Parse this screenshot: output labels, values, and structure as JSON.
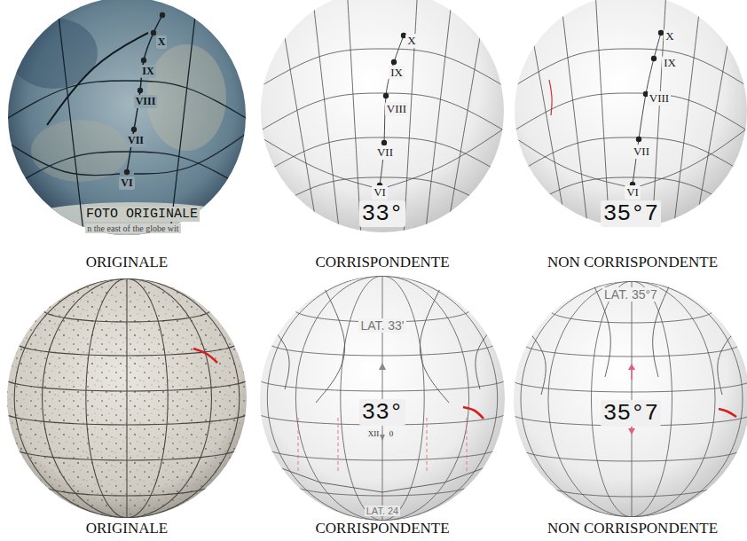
{
  "diagram": {
    "nodes": [
      {
        "text": [
          "X",
          "IX",
          "VIII",
          "VII",
          "VI",
          "FOTO ORIGINALE",
          "n the east of the globe wit",
          "ORIGINALE"
        ]
      },
      {
        "text": [
          "X",
          "IX",
          "VIII",
          "VII",
          "VI",
          "33°",
          "CORRISPONDENTE"
        ]
      },
      {
        "text": [
          "X",
          "IX",
          "VIII",
          "VII",
          "VI",
          "35°7",
          "NON CORRISPONDENTE"
        ]
      },
      {
        "text": [
          "ORIGINALE"
        ]
      },
      {
        "text": [
          "LAT. 33'",
          "33°",
          "XII",
          "0",
          "LAT. 24",
          "CORRISPONDENTE"
        ]
      },
      {
        "text": [
          "LAT. 35°7",
          "35°7",
          "NON CORRISPONDENTE"
        ]
      }
    ]
  }
}
